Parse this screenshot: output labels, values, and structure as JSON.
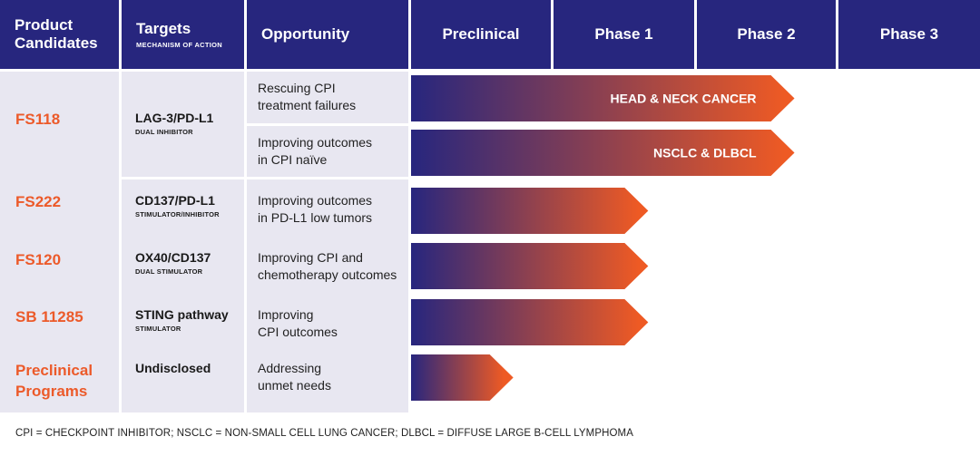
{
  "header": {
    "candidates": [
      "Product",
      "Candidates"
    ],
    "targets": "Targets",
    "targets_sub": "MECHANISM OF ACTION",
    "opportunity": "Opportunity",
    "phases": [
      "Preclinical",
      "Phase 1",
      "Phase 2",
      "Phase 3"
    ]
  },
  "candidates": [
    {
      "name": "FS118"
    },
    {
      "name": "FS222"
    },
    {
      "name": "FS120"
    },
    {
      "name": "SB 11285"
    },
    {
      "name": "Preclinical Programs",
      "lines": [
        "Preclinical",
        "Programs"
      ]
    }
  ],
  "targets": [
    {
      "name": "LAG-3/PD-L1",
      "moa": "DUAL INHIBITOR"
    },
    {
      "name": "CD137/PD-L1",
      "moa": "STIMULATOR/INHIBITOR"
    },
    {
      "name": "OX40/CD137",
      "moa": "DUAL STIMULATOR"
    },
    {
      "name": "STING pathway",
      "moa": "STIMULATOR"
    },
    {
      "name": "Undisclosed",
      "moa": ""
    }
  ],
  "opportunities": [
    [
      "Rescuing CPI",
      "treatment failures"
    ],
    [
      "Improving outcomes",
      "in CPI naïve"
    ],
    [
      "Improving outcomes",
      "in PD-L1 low tumors"
    ],
    [
      "Improving CPI and",
      "chemotherapy outcomes"
    ],
    [
      "Improving",
      "CPI outcomes"
    ],
    [
      "Addressing",
      "unmet needs"
    ]
  ],
  "chart_data": {
    "type": "bar",
    "title": "Development pipeline",
    "phases": [
      "Preclinical",
      "Phase 1",
      "Phase 2",
      "Phase 3"
    ],
    "xlim": [
      0,
      4
    ],
    "bars": [
      {
        "candidate": "FS118",
        "opportunity": "Rescuing CPI treatment failures",
        "progress": 2.7,
        "label": "HEAD & NECK CANCER"
      },
      {
        "candidate": "FS118",
        "opportunity": "Improving outcomes in CPI naïve",
        "progress": 2.7,
        "label": "NSCLC & DLBCL"
      },
      {
        "candidate": "FS222",
        "opportunity": "Improving outcomes in PD-L1 low tumors",
        "progress": 1.67,
        "label": ""
      },
      {
        "candidate": "FS120",
        "opportunity": "Improving CPI and chemotherapy outcomes",
        "progress": 1.67,
        "label": ""
      },
      {
        "candidate": "SB 11285",
        "opportunity": "Improving CPI outcomes",
        "progress": 1.67,
        "label": ""
      },
      {
        "candidate": "Preclinical Programs",
        "opportunity": "Addressing unmet needs",
        "progress": 0.72,
        "label": ""
      }
    ],
    "colors": {
      "start": "#27267e",
      "end": "#ee5a24"
    }
  },
  "footnote": "CPI = CHECKPOINT INHIBITOR; NSCLC = NON-SMALL CELL LUNG CANCER; DLBCL = DIFFUSE LARGE B-CELL LYMPHOMA"
}
